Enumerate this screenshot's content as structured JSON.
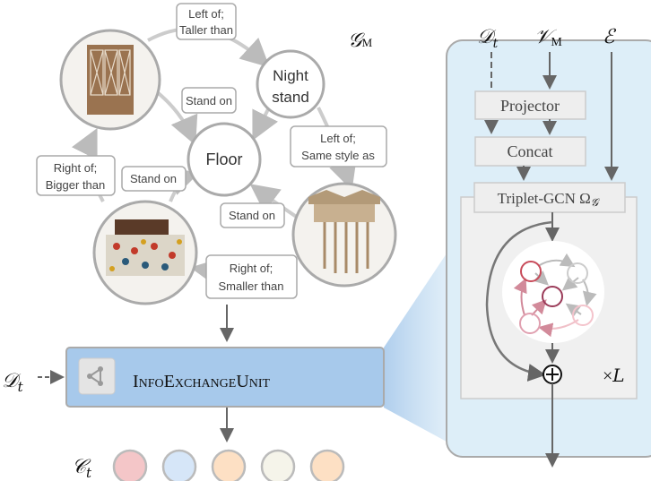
{
  "graph": {
    "label": "𝒢",
    "label_sub": "M",
    "nodes": [
      {
        "id": "wardrobe",
        "kind": "image",
        "name": "wardrobe-photo"
      },
      {
        "id": "nightstand-text",
        "kind": "text",
        "line1": "Night",
        "line2": "stand"
      },
      {
        "id": "floor",
        "kind": "text",
        "text": "Floor"
      },
      {
        "id": "bed",
        "kind": "image",
        "name": "bed-photo"
      },
      {
        "id": "nightstand",
        "kind": "image",
        "name": "nightstand-photo"
      }
    ],
    "edges": [
      {
        "line1": "Left of;",
        "line2": "Taller than"
      },
      {
        "line1": "Stand on"
      },
      {
        "line1": "Left of;",
        "line2": "Same style as"
      },
      {
        "line1": "Right of;",
        "line2": "Bigger than"
      },
      {
        "line1": "Stand on"
      },
      {
        "line1": "Stand on"
      },
      {
        "line1": "Right of;",
        "line2": "Smaller than"
      }
    ]
  },
  "info_exchange": {
    "title": "InfoExchangeUnit",
    "input_label": "𝒟",
    "input_sub": "t",
    "icon": "chip-share-icon",
    "color": "#a7c9eb"
  },
  "output": {
    "label": "𝒞",
    "label_sub": "t",
    "colors": [
      "#f4c6c8",
      "#d6e6f8",
      "#fde0c4",
      "#f5f4ea",
      "#fde0c4"
    ]
  },
  "detail": {
    "inputs": [
      {
        "label": "𝒟",
        "sub": "t"
      },
      {
        "label": "𝒱",
        "sub": "M"
      },
      {
        "label": "ℰ",
        "sub": ""
      }
    ],
    "projector": "Projector",
    "concat": "Concat",
    "gcn": "Triplet-GCN Ω",
    "gcn_sub": "𝒢",
    "repeat": "×",
    "repeat_var": "L",
    "panel_color": "#ddeef8"
  }
}
